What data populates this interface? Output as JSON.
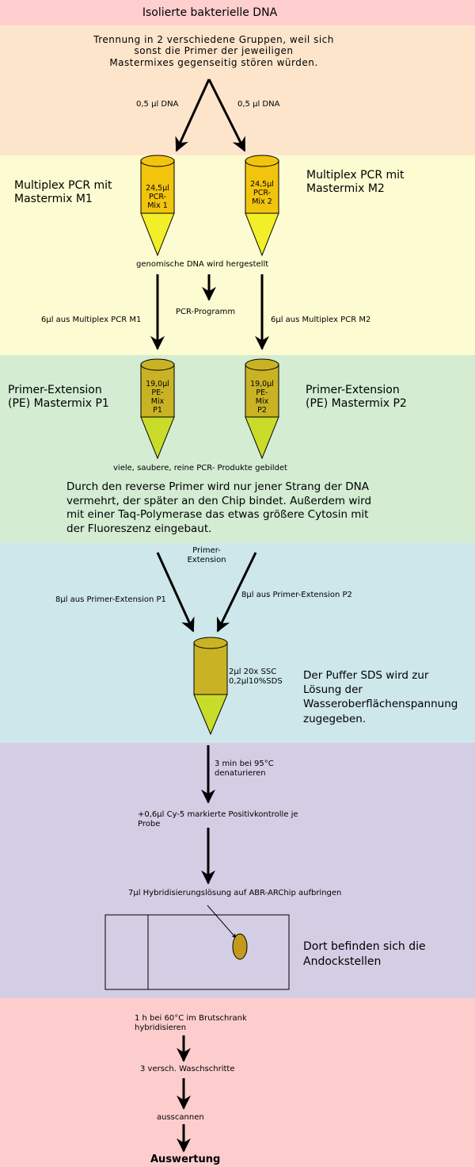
{
  "colors": {
    "band_top": "#ffcece",
    "band_orange": "#fde5cb",
    "band_yellow": "#fdfbd1",
    "band_green": "#d3ecd2",
    "band_cyan": "#cde7ea",
    "band_purple": "#d4cee5",
    "band_bottom": "#fdcdcd",
    "tube_orange": "#f2c40e",
    "tube_yellow_tip": "#f2ee28",
    "tube_olive": "#c9b324",
    "tube_green_tip": "#c9dc2a",
    "tube_brown": "#c49a1c"
  },
  "header": {
    "title": "Isolierte bakterielle DNA"
  },
  "split": {
    "note": "Trennung in 2 verschiedene Gruppen, weil sich\nsonst die Primer der jeweiligen\nMastermixes gegenseitig stören würden.",
    "left_label": "0,5 µl DNA",
    "right_label": "0,5 µl DNA"
  },
  "pcr": {
    "left_title": "Multiplex PCR mit\nMastermix M1",
    "right_title": "Multiplex PCR mit\nMastermix M2",
    "tube_left": "24,5µl\nPCR-\nMix 1",
    "tube_right": "24,5µl\nPCR-\nMix 2",
    "note": "genomische DNA wird hergestellt",
    "program": "PCR-Programm",
    "left_transfer": "6µl aus Multiplex PCR  M1",
    "right_transfer": "6µl aus Multiplex PCR  M2"
  },
  "pe": {
    "left_title": "Primer-Extension\n(PE) Mastermix P1",
    "right_title": "Primer-Extension\n(PE) Mastermix P2",
    "tube_left": "19,0µl\nPE-\nMix\nP1",
    "tube_right": "19,0µl\nPE-\nMix\nP2",
    "note": "viele, saubere, reine PCR- Produkte gebildet",
    "description": "Durch den reverse Primer wird nur jener Strang der DNA\nvermehrt, der später an den Chip bindet. Außerdem wird\nmit einer Taq-Polymerase das etwas größere Cytosin mit\nder Fluoreszenz eingebaut."
  },
  "merge": {
    "center_label": "Primer-\nExtension",
    "left_transfer": "8µl aus Primer-Extension  P1",
    "right_transfer": "8µl aus Primer-Extension  P2",
    "tube_label": "2µl 20x SSC\n0,2µl10%SDS",
    "buffer_note": "Der Puffer SDS wird zur\nLösung der\nWasseroberflächenspannung\nzugegeben."
  },
  "hybrid": {
    "denature": "3 min bei 95°C\ndenaturieren",
    "control": "+0,6µl Cy-5 markierte Positivkontrolle je\nProbe",
    "apply": "7µl Hybridisierungslösung auf ABR-ARChip aufbringen",
    "chip_note": "Dort befinden sich die\nAndockstellen"
  },
  "final": {
    "step1": "1 h bei 60°C im Brutschrank\nhybridisieren",
    "step2": "3 versch. Waschschritte",
    "step3": "ausscannen",
    "result": "Auswertung"
  }
}
